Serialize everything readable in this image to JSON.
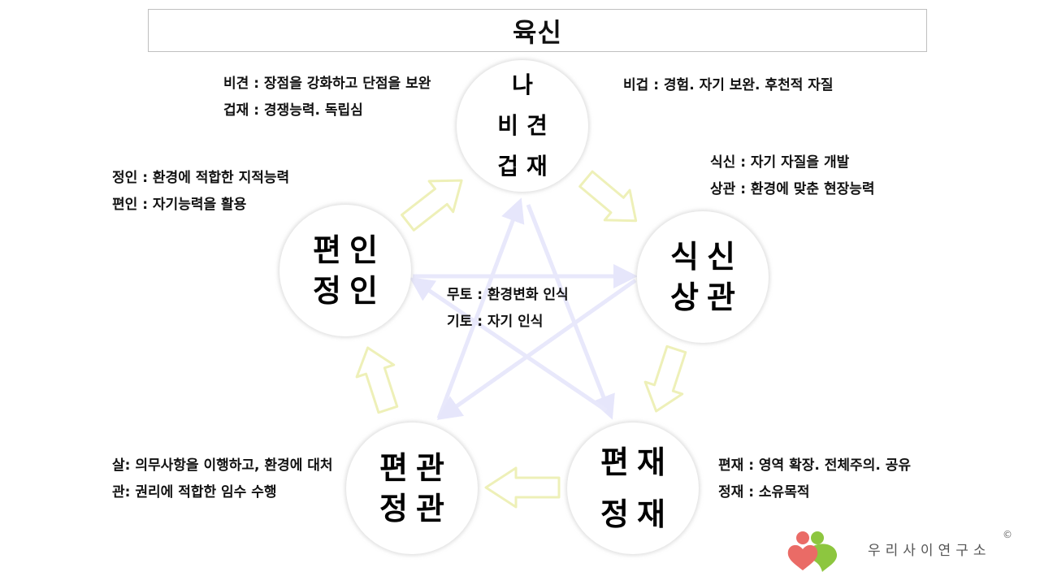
{
  "title": "육신",
  "circles": {
    "top": {
      "lines": [
        "나",
        "비견",
        "겁재"
      ]
    },
    "right": {
      "lines": [
        "식신",
        "상관"
      ]
    },
    "bottom_right": {
      "lines": [
        "편재",
        "정재"
      ]
    },
    "bottom_left": {
      "lines": [
        "편관",
        "정관"
      ]
    },
    "left": {
      "lines": [
        "편인",
        "정인"
      ]
    }
  },
  "descriptions": {
    "top_left": [
      "비견 : 장점을 강화하고 단점을 보완",
      "겁재 : 경쟁능력. 독립심"
    ],
    "top_right": [
      "비겁 : 경험. 자기 보완. 후천적 자질"
    ],
    "right": [
      "식신 : 자기 자질을 개발",
      "상관 : 환경에 맞춘 현장능력"
    ],
    "left": [
      "정인 : 환경에 적합한 지적능력",
      "편인 : 자기능력을 활용"
    ],
    "center": [
      "무토 : 환경변화 인식",
      "기토 : 자기 인식"
    ],
    "bottom_left": [
      "살: 의무사항을 이행하고, 환경에 대처",
      "관: 권리에 적합한 임수 수행"
    ],
    "bottom_right": [
      "편재 : 영역 확장. 전체주의. 공유",
      "정재 : 소유목적"
    ]
  },
  "logo": {
    "text": "우리사이연구소",
    "copyright": "©"
  },
  "colors": {
    "generating_arrow_outline": "#eef0b8",
    "controlling_star": "#e8e8fb",
    "circle_shadow": "#d9d9d9",
    "heart_red": "#ea6b66",
    "heart_green": "#8dc63f"
  }
}
